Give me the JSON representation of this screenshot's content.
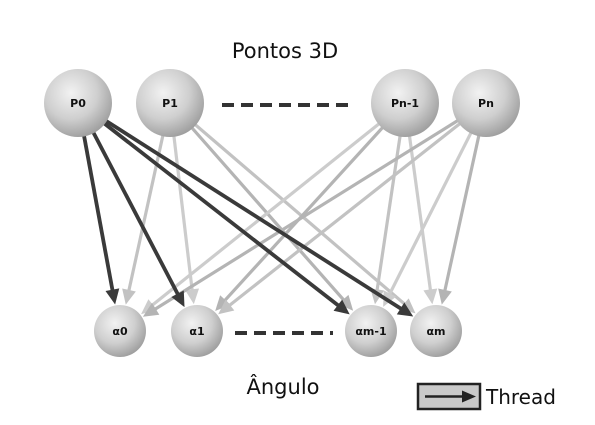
{
  "diagram": {
    "top_title": "Pontos 3D",
    "bottom_title": "Ângulo",
    "points": [
      "P0",
      "P1",
      "Pn-1",
      "Pn"
    ],
    "angles": [
      "α0",
      "α1",
      "αm-1",
      "αm"
    ],
    "legend_label": "Thread",
    "colors": {
      "node_light": "#f2f2f2",
      "node_dark": "#9a9a9a",
      "active_arrow": "#3a3a3a",
      "inactive_arrow": "#bdbdbd",
      "dash": "#333333"
    }
  }
}
